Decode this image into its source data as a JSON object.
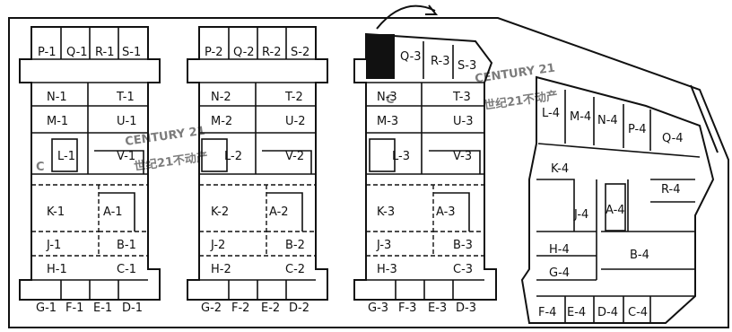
{
  "blocks": [
    {
      "id": "b1",
      "labels": {
        "top": [
          "P-1",
          "Q-1",
          "R-1",
          "S-1"
        ],
        "n": "N-1",
        "t": "T-1",
        "m": "M-1",
        "u": "U-1",
        "l": "L-1",
        "v": "V-1",
        "k": "K-1",
        "a": "A-1",
        "j": "J-1",
        "b": "B-1",
        "h": "H-1",
        "c": "C-1",
        "bottom": [
          "G-1",
          "F-1",
          "E-1",
          "D-1"
        ]
      }
    },
    {
      "id": "b2",
      "labels": {
        "top": [
          "P-2",
          "Q-2",
          "R-2",
          "S-2"
        ],
        "n": "N-2",
        "t": "T-2",
        "m": "M-2",
        "u": "U-2",
        "l": "L-2",
        "v": "V-2",
        "k": "K-2",
        "a": "A-2",
        "j": "J-2",
        "b": "B-2",
        "h": "H-2",
        "c": "C-2",
        "bottom": [
          "G-2",
          "F-2",
          "E-2",
          "D-2"
        ]
      }
    },
    {
      "id": "b3",
      "labels": {
        "top": [
          "Q-3",
          "R-3",
          "S-3"
        ],
        "n": "N-3",
        "t": "T-3",
        "m": "M-3",
        "u": "U-3",
        "l": "L-3",
        "v": "V-3",
        "k": "K-3",
        "a": "A-3",
        "j": "J-3",
        "b": "B-3",
        "h": "H-3",
        "c": "C-3",
        "bottom": [
          "G-3",
          "F-3",
          "E-3",
          "D-3"
        ]
      }
    },
    {
      "id": "b4",
      "labels": {
        "top": [
          "L-4",
          "M-4",
          "N-4",
          "P-4",
          "Q-4"
        ],
        "k": "K-4",
        "r": "R-4",
        "j": "J-4",
        "a": "A-4",
        "h": "H-4",
        "b": "B-4",
        "g": "G-4",
        "bottom": [
          "F-4",
          "E-4",
          "D-4",
          "C-4"
        ]
      }
    }
  ],
  "watermark": {
    "logo": "C",
    "brand": "CENTURY 21",
    "cn": "世纪21不动产"
  }
}
